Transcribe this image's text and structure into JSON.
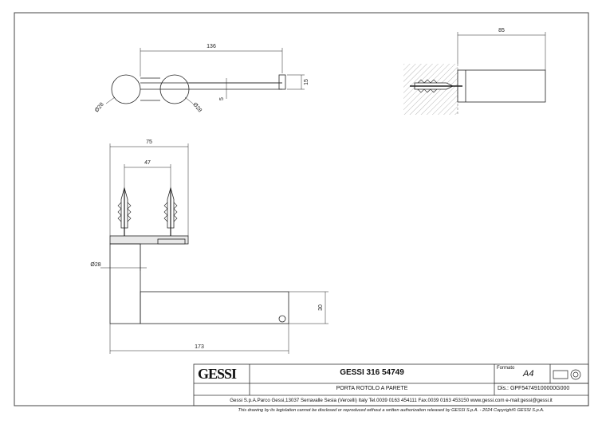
{
  "dimensions": {
    "top_length": "136",
    "top_height": "15",
    "top_gap": "5",
    "top_dia_left": "Ø28",
    "top_dia_right": "Ø28",
    "side_depth": "85",
    "front_width": "75",
    "front_holes": "47",
    "front_dia": "Ø28",
    "front_height": "30",
    "front_length": "173"
  },
  "title_block": {
    "logo": "GESSI",
    "product_code": "GESSI 316 54749",
    "product_name": "PORTA ROTOLO A PARETE",
    "format_label": "Formato",
    "format_value": "A4",
    "drawing_no": "Dis.: GPF54749100000G000",
    "company_line": "Gessi S.p.A.Parco Gessi,13037 Serravalle Sesia (Vercelli) Italy Tel.0039 0163 454111 Fax.0039 0163 453150 www.gessi.com e-mail:gessi@gessi.it",
    "disclaimer": "This drawing by its legislation cannot be disclosed or reproduced without a written authorization released by GESSI S.p.A. - 2024 Copyright© GESSI S.p.A."
  }
}
